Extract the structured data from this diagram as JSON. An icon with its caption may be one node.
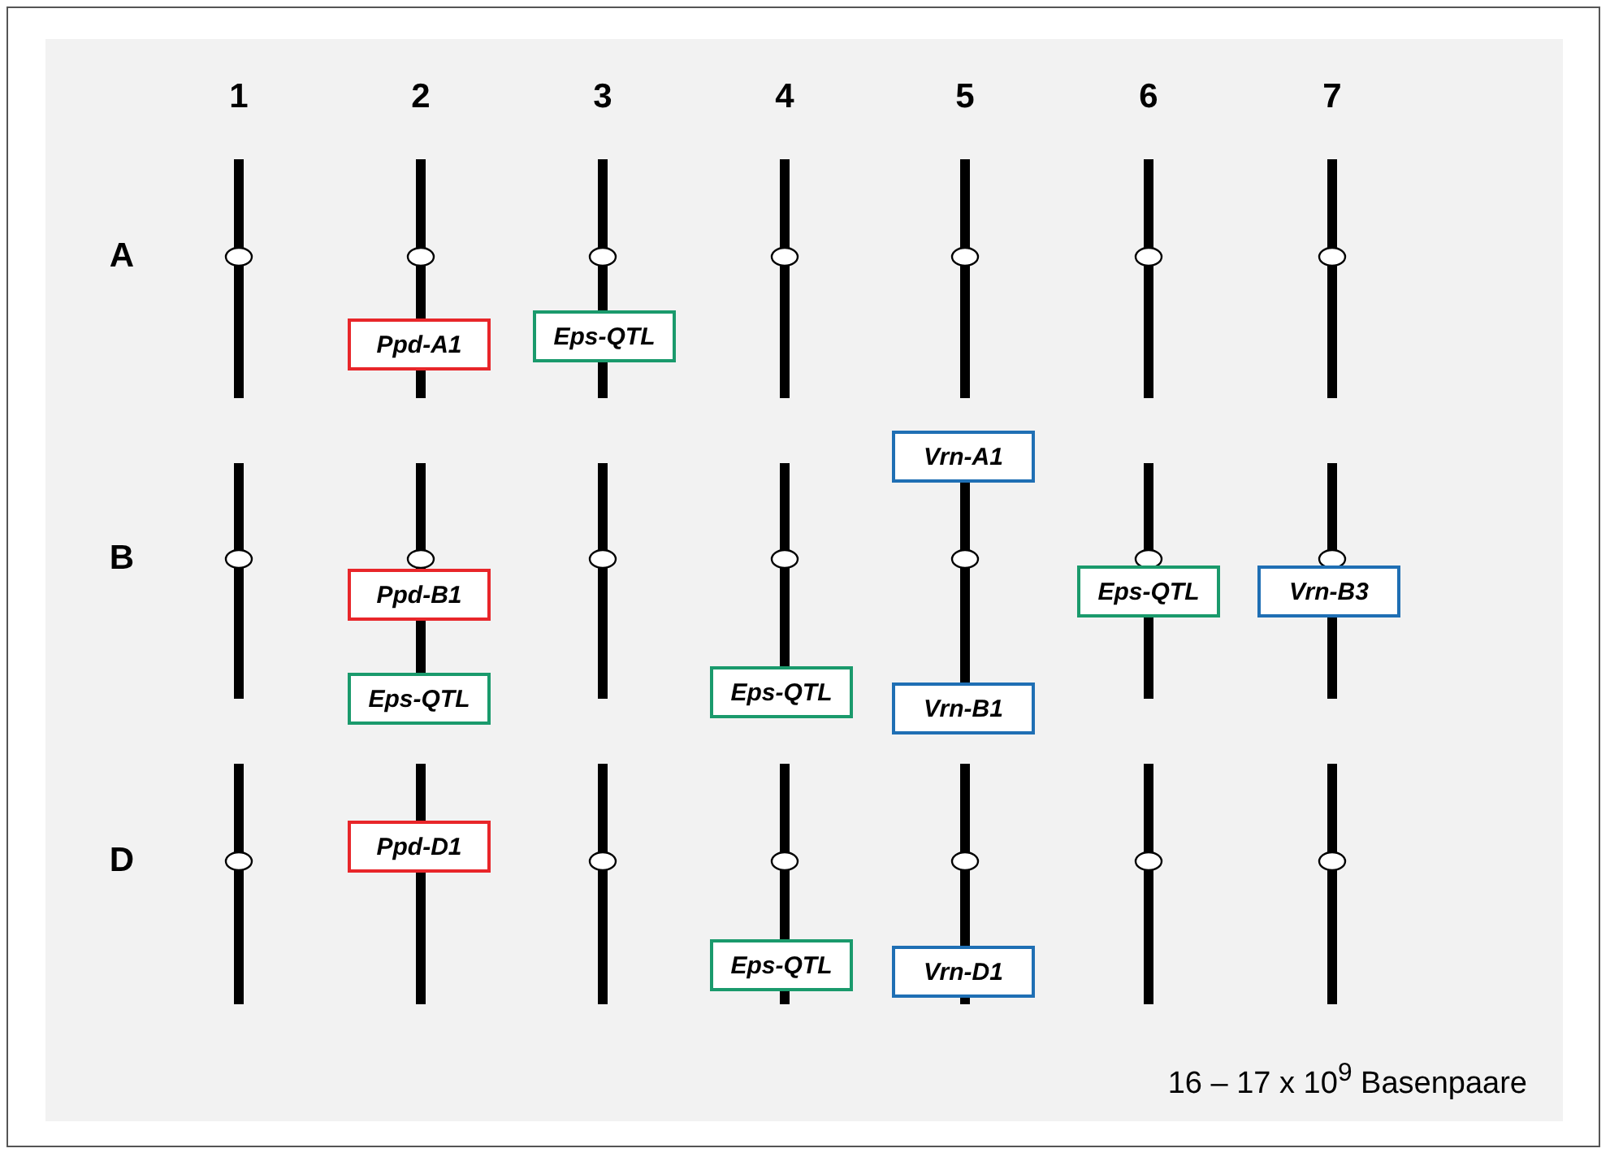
{
  "diagram": {
    "nodes": [
      {
        "text": [
          "Ppd-A1"
        ]
      },
      {
        "text": [
          "Eps-QTL"
        ]
      },
      {
        "text": [
          "Vrn-A1"
        ]
      },
      {
        "text": [
          "Ppd-B1"
        ]
      },
      {
        "text": [
          "Eps-QTL"
        ]
      },
      {
        "text": [
          "Vrn-B3"
        ]
      },
      {
        "text": [
          "Eps-QTL"
        ]
      },
      {
        "text": [
          "Eps-QTL"
        ]
      },
      {
        "text": [
          "Vrn-B1"
        ]
      },
      {
        "text": [
          "Ppd-D1"
        ]
      },
      {
        "text": [
          "Eps-QTL"
        ]
      },
      {
        "text": [
          "Vrn-D1"
        ]
      }
    ],
    "labels": [
      "1",
      "2",
      "3",
      "4",
      "5",
      "6",
      "7",
      "A",
      "B",
      "D",
      "16 – 17 x 10$^{9}$ Basenpaare"
    ]
  }
}
